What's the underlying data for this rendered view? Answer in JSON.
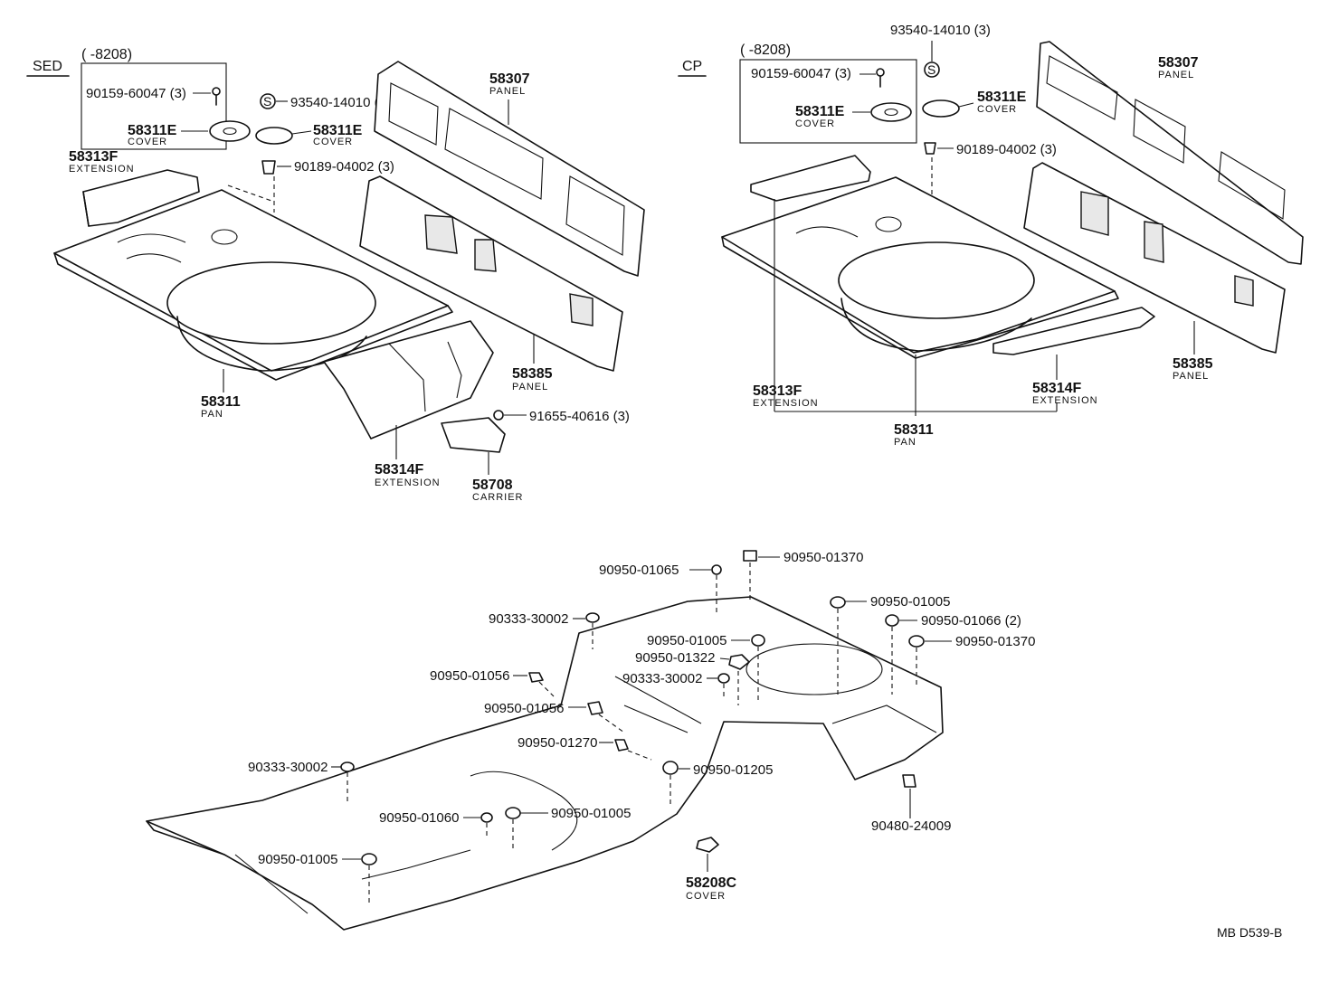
{
  "variants": {
    "sedan": "SED",
    "coupe": "CP"
  },
  "date_range": "(      -8208)",
  "sedan": {
    "bolt": "90159-60047 (3)",
    "screw_s": "93540-14010 (3)",
    "cover_small_num": "58311E",
    "cover_small_sub": "COVER",
    "cover_num": "58311E",
    "cover_sub": "COVER",
    "clip": "90189-04002 (3)",
    "ext_f_num": "58313F",
    "ext_f_sub": "EXTENSION",
    "panel_top_num": "58307",
    "panel_top_sub": "PANEL",
    "panel_low_num": "58385",
    "panel_low_sub": "PANEL",
    "pan_num": "58311",
    "pan_sub": "PAN",
    "ext_r_num": "58314F",
    "ext_r_sub": "EXTENSION",
    "bolt2": "91655-40616 (3)",
    "carrier_num": "58708",
    "carrier_sub": "CARRIER"
  },
  "coupe": {
    "screw_s": "93540-14010 (3)",
    "bolt": "90159-60047 (3)",
    "cover_num": "58311E",
    "cover_sub": "COVER",
    "cover_small_num": "58311E",
    "cover_small_sub": "COVER",
    "clip": "90189-04002 (3)",
    "panel_top_num": "58307",
    "panel_top_sub": "PANEL",
    "panel_low_num": "58385",
    "panel_low_sub": "PANEL",
    "ext_f_num": "58313F",
    "ext_f_sub": "EXTENSION",
    "ext_r_num": "58314F",
    "ext_r_sub": "EXTENSION",
    "pan_num": "58311",
    "pan_sub": "PAN"
  },
  "floor": {
    "p01": "90950-01065",
    "p02": "90950-01370",
    "p03": "90950-01005",
    "p04": "90333-30002",
    "p05": "90950-01066 (2)",
    "p06": "90950-01005",
    "p07": "90950-01370",
    "p08": "90950-01322",
    "p09": "90950-01056",
    "p10": "90333-30002",
    "p11": "90950-01056",
    "p12": "90950-01270",
    "p13": "90333-30002",
    "p14": "90950-01205",
    "p15": "90480-24009",
    "p16": "90950-01060",
    "p17": "90950-01005",
    "p18": "90950-01005",
    "cover_num": "58208C",
    "cover_sub": "COVER"
  },
  "footer_code": "MB  D539-B"
}
